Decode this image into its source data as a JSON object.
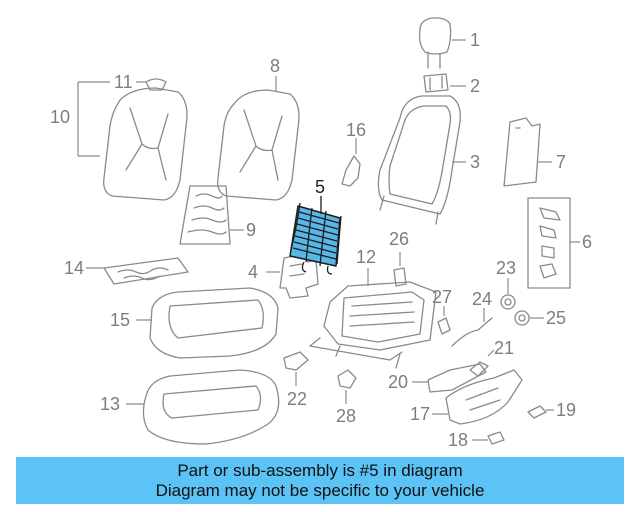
{
  "callouts": {
    "c1": "1",
    "c2": "2",
    "c3": "3",
    "c4": "4",
    "c5": "5",
    "c6": "6",
    "c7": "7",
    "c8": "8",
    "c9": "9",
    "c10": "10",
    "c11": "11",
    "c12": "12",
    "c13": "13",
    "c14": "14",
    "c15": "15",
    "c16": "16",
    "c17": "17",
    "c18": "18",
    "c19": "19",
    "c20": "20",
    "c21": "21",
    "c22": "22",
    "c23": "23",
    "c24": "24",
    "c25": "25",
    "c26": "26",
    "c27": "27",
    "c28": "28"
  },
  "highlight": {
    "part_number": "5",
    "color": "#58b7e6"
  },
  "banner": {
    "line1": "Part or sub-assembly is #5 in diagram",
    "line2": "Diagram may not be specific to your vehicle",
    "color": "#5bc3f5"
  }
}
